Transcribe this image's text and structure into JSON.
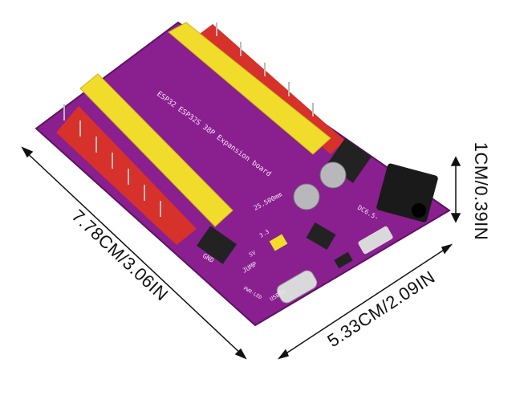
{
  "dimensions": {
    "length": "7.78CM/3.06IN",
    "width": "5.33CM/2.09IN",
    "height": "1CM/0.39IN"
  },
  "board": {
    "title": "ESP32 ESP32S 38P Expansion board",
    "pitch": "25.500mm",
    "dc_label": "DC6.5-",
    "jump_label": "JUMP",
    "gnd_label": "GND",
    "usb_label": "USB5V",
    "led_label": "PWR-LED",
    "jumper_33": "3.3",
    "jumper_5v": "5V"
  },
  "colors": {
    "pcb": "#8a1f8f",
    "header": "#f2dc2b",
    "pin_red": "#d6312a"
  }
}
